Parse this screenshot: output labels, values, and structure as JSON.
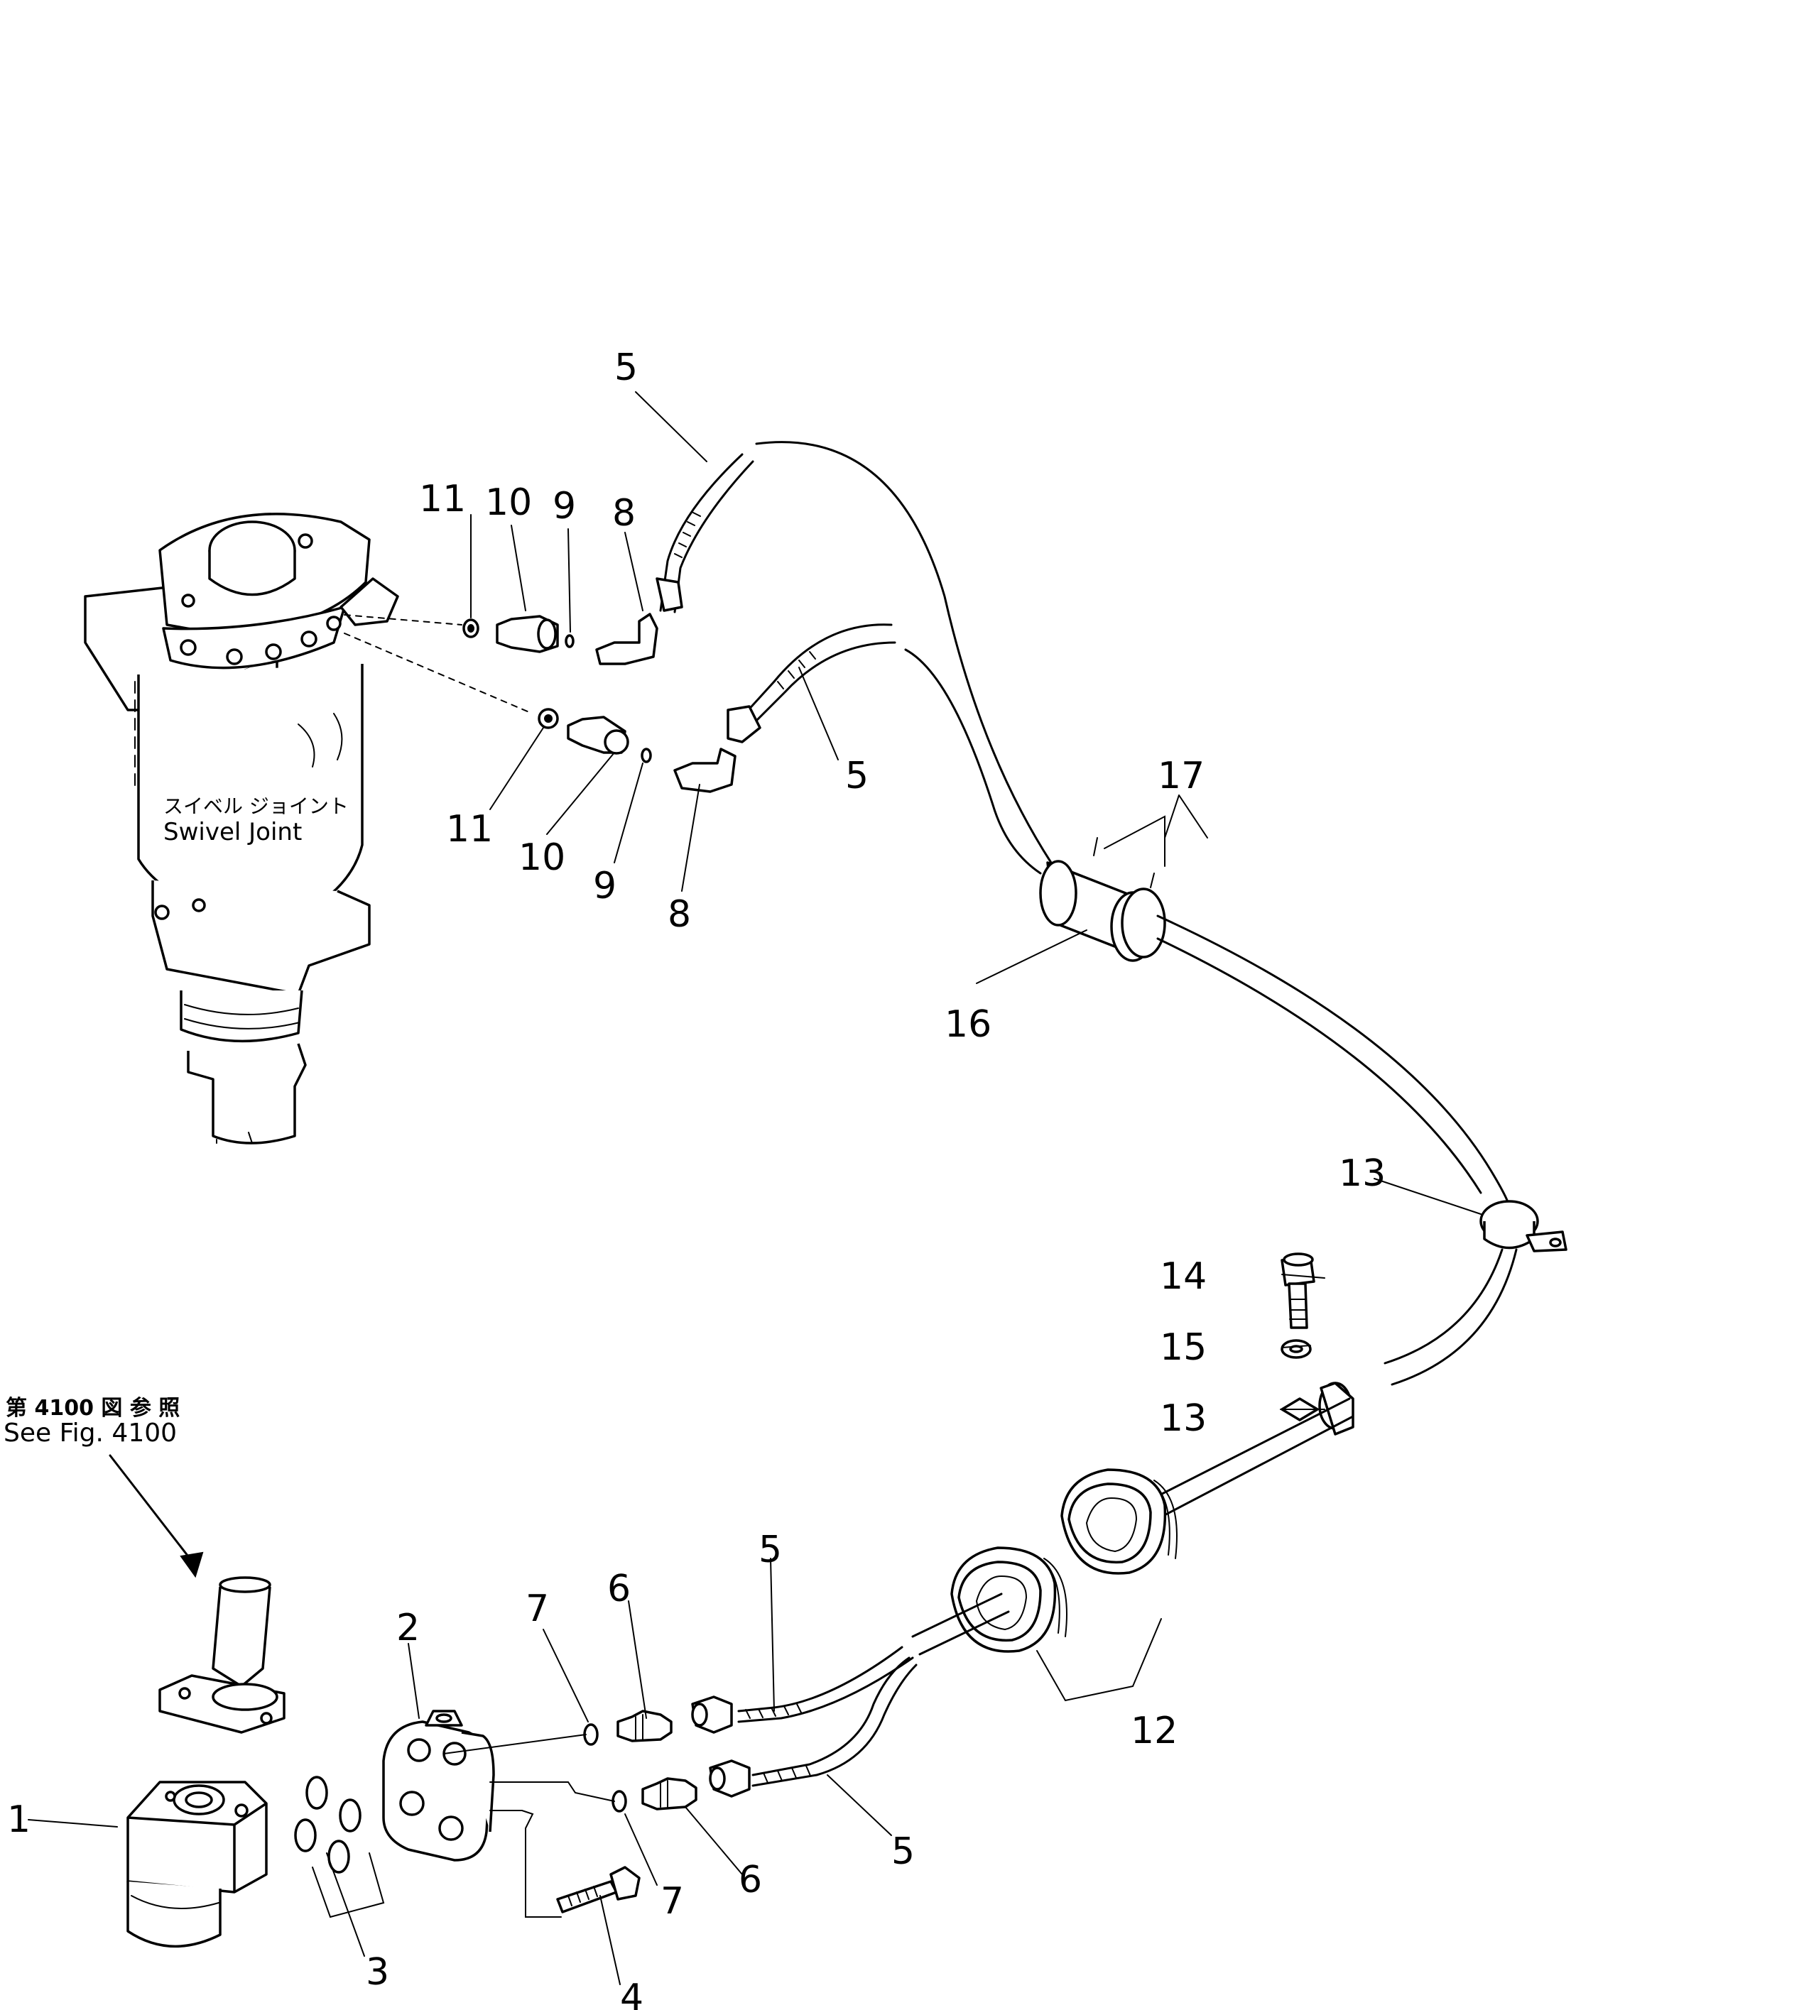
{
  "labels": {
    "swivel_joint_jp": "スイベル ジョイント",
    "swivel_joint_en": "Swivel Joint",
    "see_fig_jp": "第 4100 図 参 照",
    "see_fig_en": "See Fig. 4100"
  },
  "callouts": [
    {
      "id": "c5a",
      "text": "5"
    },
    {
      "id": "c11a",
      "text": "11"
    },
    {
      "id": "c10a",
      "text": "10"
    },
    {
      "id": "c9a",
      "text": "9"
    },
    {
      "id": "c8a",
      "text": "8"
    },
    {
      "id": "c5b",
      "text": "5"
    },
    {
      "id": "c11b",
      "text": "11"
    },
    {
      "id": "c10b",
      "text": "10"
    },
    {
      "id": "c9b",
      "text": "9"
    },
    {
      "id": "c8b",
      "text": "8"
    },
    {
      "id": "c17",
      "text": "17"
    },
    {
      "id": "c16",
      "text": "16"
    },
    {
      "id": "c13a",
      "text": "13"
    },
    {
      "id": "c14",
      "text": "14"
    },
    {
      "id": "c15",
      "text": "15"
    },
    {
      "id": "c13b",
      "text": "13"
    },
    {
      "id": "c12",
      "text": "12"
    },
    {
      "id": "c5c",
      "text": "5"
    },
    {
      "id": "c6a",
      "text": "6"
    },
    {
      "id": "c7a",
      "text": "7"
    },
    {
      "id": "c2",
      "text": "2"
    },
    {
      "id": "c1",
      "text": "1"
    },
    {
      "id": "c3",
      "text": "3"
    },
    {
      "id": "c4",
      "text": "4"
    },
    {
      "id": "c7b",
      "text": "7"
    },
    {
      "id": "c6b",
      "text": "6"
    },
    {
      "id": "c5d",
      "text": "5"
    }
  ]
}
